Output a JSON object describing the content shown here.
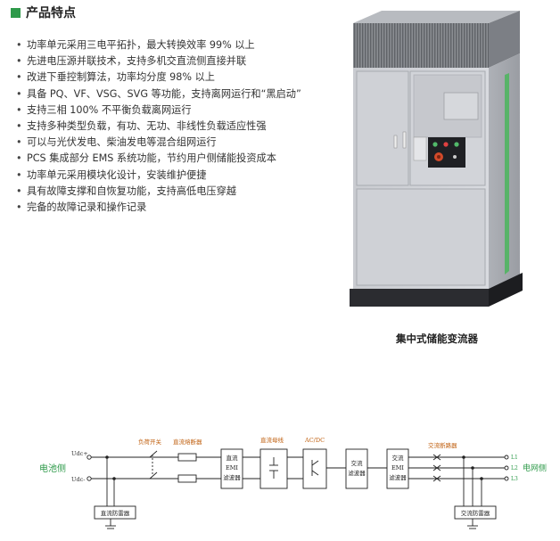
{
  "section": {
    "title": "产品特点",
    "accent_color": "#2e9a4a"
  },
  "features": [
    "功率单元采用三电平拓扑，最大转换效率 99% 以上",
    "先进电压源并联技术，支持多机交直流侧直接并联",
    "改进下垂控制算法，功率均分度 98% 以上",
    "具备 PQ、VF、VSG、SVG 等功能，支持离网运行和“黑启动”",
    "支持三相 100% 不平衡负载离网运行",
    "支持多种类型负载，有功、无功、非线性负载适应性强",
    "可以与光伏发电、柴油发电等混合组网运行",
    "PCS 集成部分 EMS 系统功能，节约用户侧储能投资成本",
    "功率单元采用模块化设计，安装维护便捷",
    "具有故障支撑和自恢复功能，支持高低电压穿越",
    "完备的故障记录和操作记录"
  ],
  "product_caption": "集中式储能变流器",
  "diagram": {
    "battery_side": "电池侧",
    "grid_side": "电网侧",
    "udc_plus": "Udc+",
    "udc_minus": "Udc-",
    "load_switch": "负荷开关",
    "dc_fuse": "直流熔断器",
    "dc_emi": [
      "直流",
      "EMI",
      "滤波器"
    ],
    "dc_bus": "直流母线",
    "acdc": "AC/DC",
    "ac_filter": [
      "交流",
      "滤波器"
    ],
    "ac_emi": [
      "交流",
      "EMI",
      "滤波器"
    ],
    "ac_breaker": "交流断路器",
    "dc_surge": "直流防雷器",
    "ac_surge": "交流防雷器",
    "lines": [
      "L1",
      "L2",
      "L3"
    ]
  }
}
